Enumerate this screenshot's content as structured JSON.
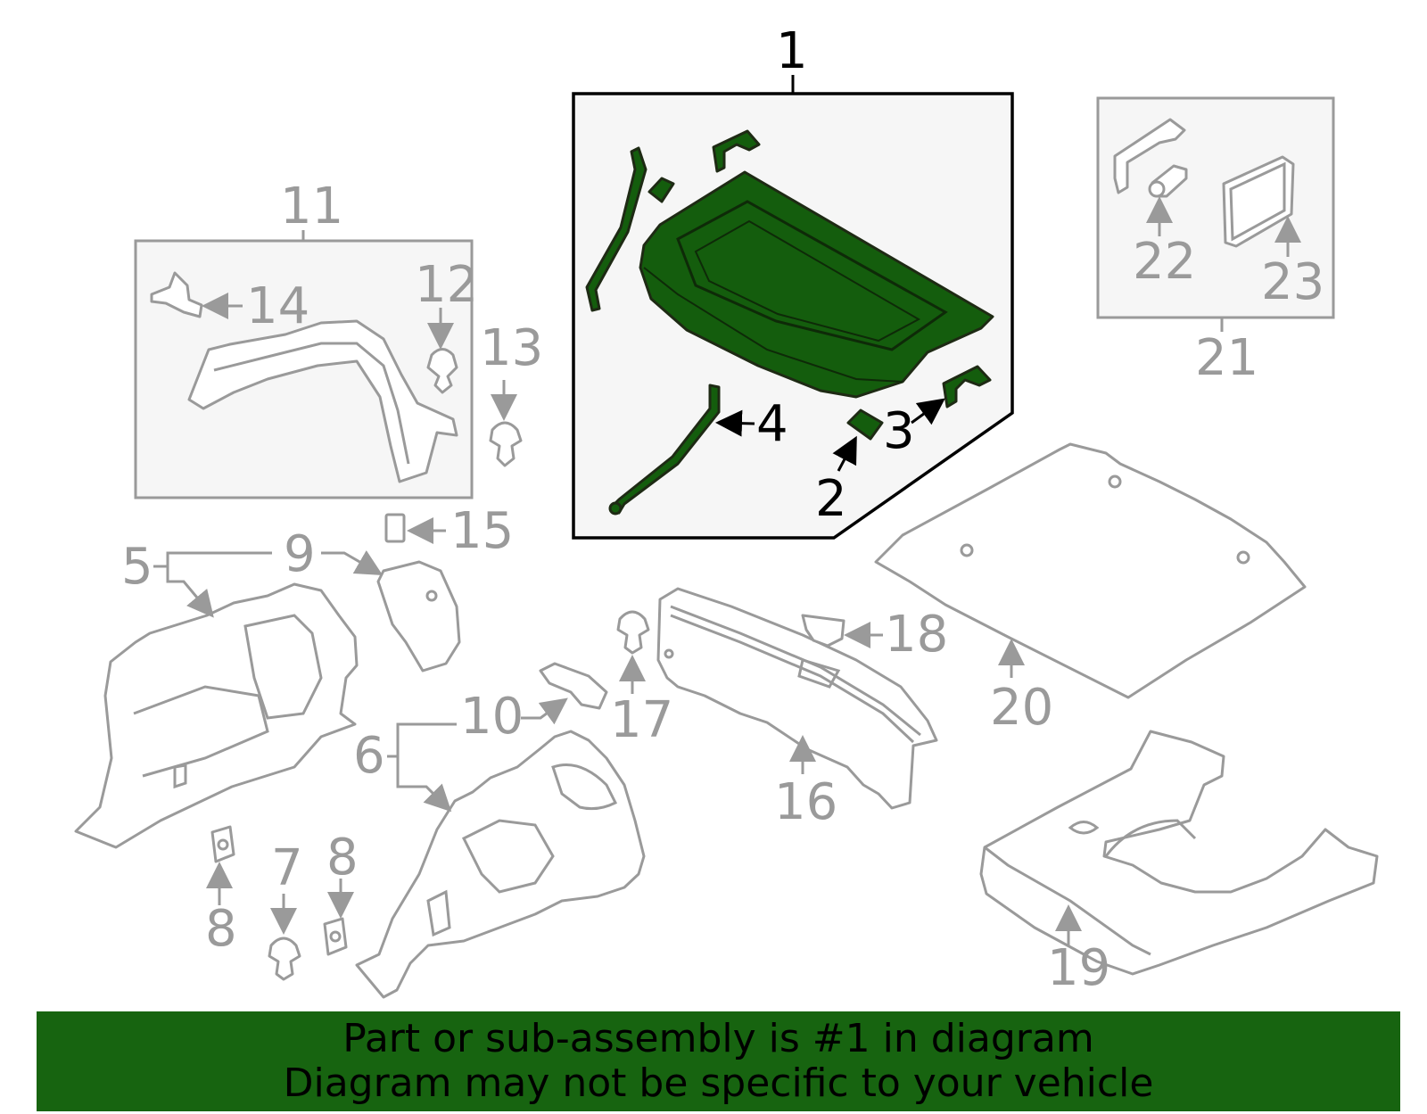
{
  "callouts": {
    "c1": "1",
    "c2": "2",
    "c3": "3",
    "c4": "4",
    "c5": "5",
    "c6": "6",
    "c7": "7",
    "c8a": "8",
    "c8b": "8",
    "c9": "9",
    "c10": "10",
    "c11": "11",
    "c12": "12",
    "c13": "13",
    "c14": "14",
    "c15": "15",
    "c16": "16",
    "c17": "17",
    "c18": "18",
    "c19": "19",
    "c20": "20",
    "c21": "21",
    "c22": "22",
    "c23": "23"
  },
  "highlight_color": "#176410",
  "highlighted_part": "1",
  "footer": {
    "line1": "Part or sub-assembly is #1 in diagram",
    "line2": "Diagram may not be specific to your vehicle"
  }
}
